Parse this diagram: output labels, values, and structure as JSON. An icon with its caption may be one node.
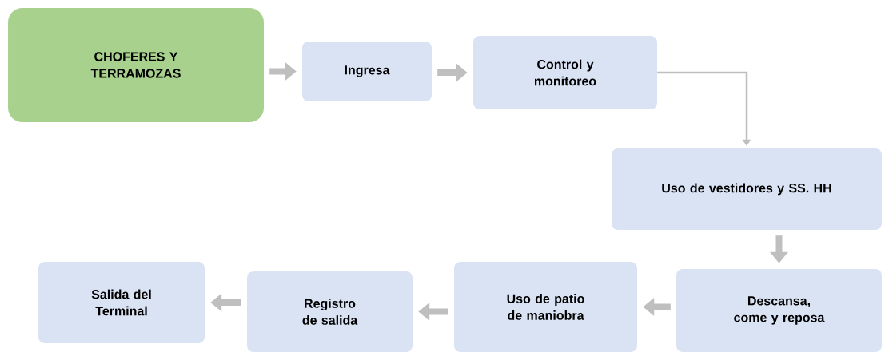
{
  "diagram": {
    "nodes": [
      {
        "text": [
          "CHOFERES Y TERRAMOZAS"
        ]
      },
      {
        "text": [
          "Ingresa"
        ]
      },
      {
        "text": [
          "Control y monitoreo"
        ]
      },
      {
        "text": [
          "Uso de vestidores y SS. HH"
        ]
      },
      {
        "text": [
          "Descansa, come y reposa"
        ]
      },
      {
        "text": [
          "Uso de patio de maniobra"
        ]
      },
      {
        "text": [
          "Registro de salida"
        ]
      },
      {
        "text": [
          "Salida del Terminal"
        ]
      }
    ],
    "edges": [
      {
        "from": 0,
        "to": 1,
        "arrow": "to"
      },
      {
        "from": 1,
        "to": 2,
        "arrow": "to"
      },
      {
        "from": 2,
        "to": 3,
        "arrow": "to"
      },
      {
        "from": 3,
        "to": 4,
        "arrow": "to"
      },
      {
        "from": 4,
        "to": 5,
        "arrow": "to"
      },
      {
        "from": 5,
        "to": 6,
        "arrow": "to"
      },
      {
        "from": 6,
        "to": 7,
        "arrow": "to"
      }
    ]
  }
}
